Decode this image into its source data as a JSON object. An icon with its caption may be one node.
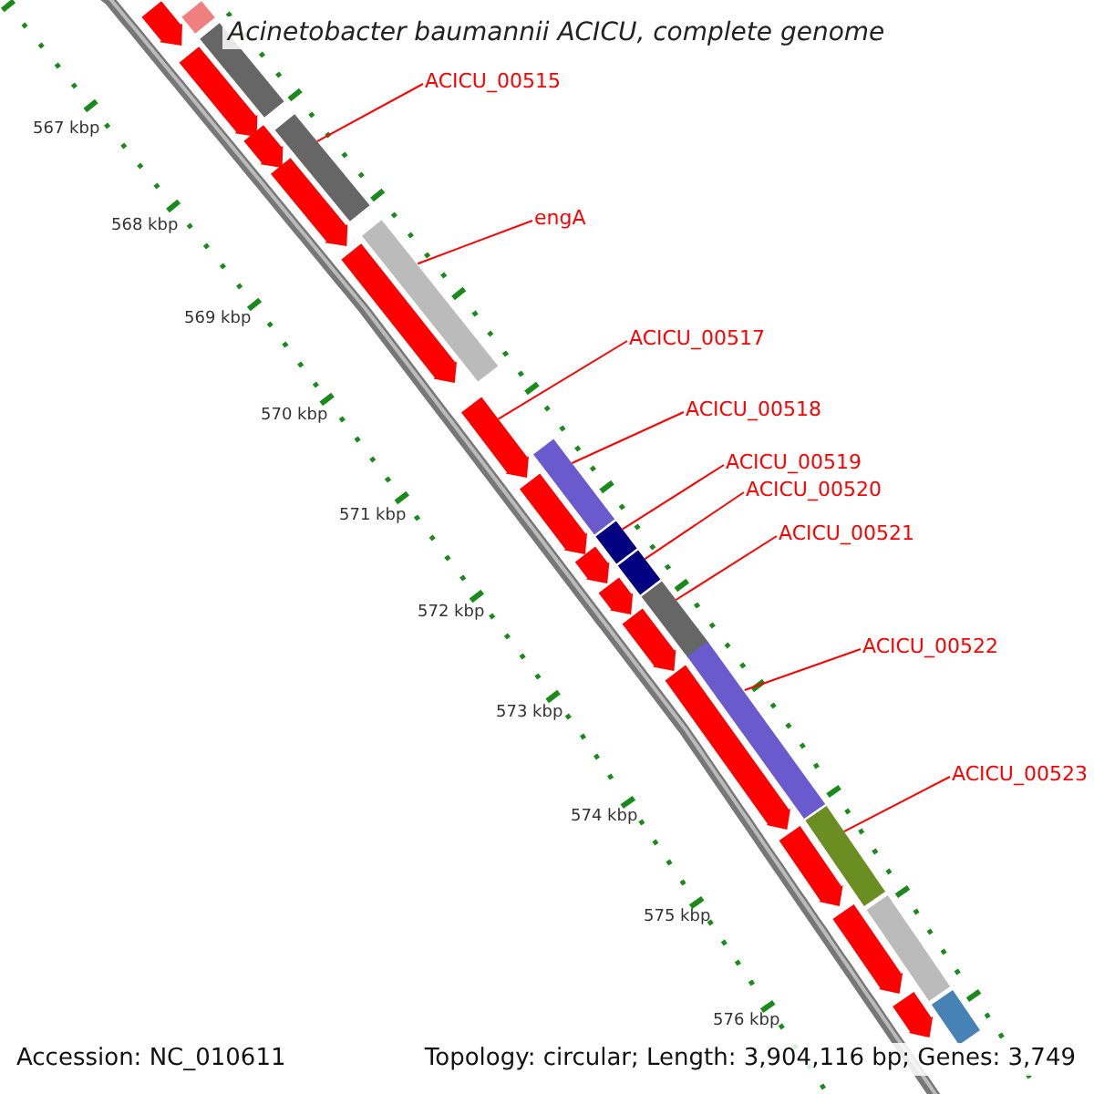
{
  "diagram": {
    "title": "Acinetobacter baumannii ACICU, complete genome",
    "nodes": [
      {
        "text": [
          "ACICU_00515"
        ]
      },
      {
        "text": [
          "engA"
        ]
      },
      {
        "text": [
          "ACICU_00517"
        ]
      },
      {
        "text": [
          "ACICU_00518"
        ]
      },
      {
        "text": [
          "ACICU_00519"
        ]
      },
      {
        "text": [
          "ACICU_00520"
        ]
      },
      {
        "text": [
          "ACICU_00521"
        ]
      },
      {
        "text": [
          "ACICU_00522"
        ]
      },
      {
        "text": [
          "ACICU_00523"
        ]
      },
      {
        "text": [],
        "shape": "bar"
      },
      {
        "text": [],
        "shape": "bar"
      },
      {
        "text": [],
        "shape": "arrow"
      },
      {
        "text": [],
        "shape": "bar"
      },
      {
        "text": [],
        "shape": "bar"
      },
      {
        "text": [],
        "shape": "bar"
      },
      {
        "text": [],
        "shape": "bar"
      },
      {
        "text": [],
        "shape": "bar"
      },
      {
        "text": [],
        "shape": "bar"
      },
      {
        "text": [],
        "shape": "bar"
      },
      {
        "text": [],
        "shape": "arrow"
      },
      {
        "text": [],
        "shape": "bar"
      },
      {
        "text": [],
        "shape": "arrow"
      },
      {
        "text": [],
        "shape": "arrow"
      },
      {
        "text": [],
        "shape": "arrow"
      },
      {
        "text": [],
        "shape": "arrow"
      },
      {
        "text": [],
        "shape": "arrow"
      },
      {
        "text": [],
        "shape": "arrow"
      },
      {
        "text": [],
        "shape": "arrow"
      },
      {
        "text": [],
        "shape": "arrow"
      },
      {
        "text": [],
        "shape": "arrow"
      },
      {
        "text": [],
        "shape": "arrow"
      },
      {
        "text": [],
        "shape": "bar"
      },
      {
        "text": [],
        "shape": "arrow"
      },
      {
        "text": [],
        "shape": "bar"
      },
      {
        "text": [],
        "shape": "arrow"
      }
    ],
    "edges": [
      {
        "from": 0,
        "to": 9,
        "arrow": "none"
      },
      {
        "from": 1,
        "to": 10,
        "arrow": "none"
      },
      {
        "from": 2,
        "to": 11,
        "arrow": "none"
      },
      {
        "from": 3,
        "to": 12,
        "arrow": "none"
      },
      {
        "from": 4,
        "to": 13,
        "arrow": "none"
      },
      {
        "from": 5,
        "to": 14,
        "arrow": "none"
      },
      {
        "from": 6,
        "to": 15,
        "arrow": "none"
      },
      {
        "from": 7,
        "to": 16,
        "arrow": "none"
      },
      {
        "from": 8,
        "to": 17,
        "arrow": "none"
      }
    ],
    "labels": [
      "567 kbp",
      "568 kbp",
      "569 kbp",
      "570 kbp",
      "571 kbp",
      "572 kbp",
      "573 kbp",
      "574 kbp",
      "575 kbp",
      "576 kbp",
      "Accession: NC_010611",
      "Topology: circular; Length: 3,904,116 bp; Genes: 3,749"
    ]
  }
}
